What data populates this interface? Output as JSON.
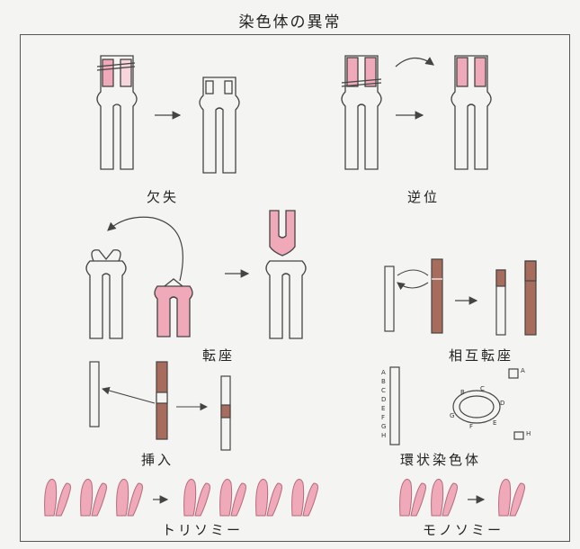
{
  "title": "染色体の異常",
  "labels": {
    "deletion": "欠失",
    "inversion": "逆位",
    "translocation": "転座",
    "reciprocal_translocation": "相互転座",
    "insertion": "挿入",
    "ring_chromosome": "環状染色体",
    "trisomy": "トリソミー",
    "monosomy": "モノソミー"
  },
  "ring": {
    "column_letters": [
      "A",
      "B",
      "C",
      "D",
      "E",
      "F",
      "G",
      "H"
    ],
    "ring_letters": [
      "B",
      "C",
      "D",
      "E",
      "F",
      "G"
    ],
    "free_letters": [
      "A",
      "H"
    ]
  },
  "colors": {
    "pink": "#f0a9b9",
    "brown": "#a86c5c",
    "outline": "#444"
  }
}
